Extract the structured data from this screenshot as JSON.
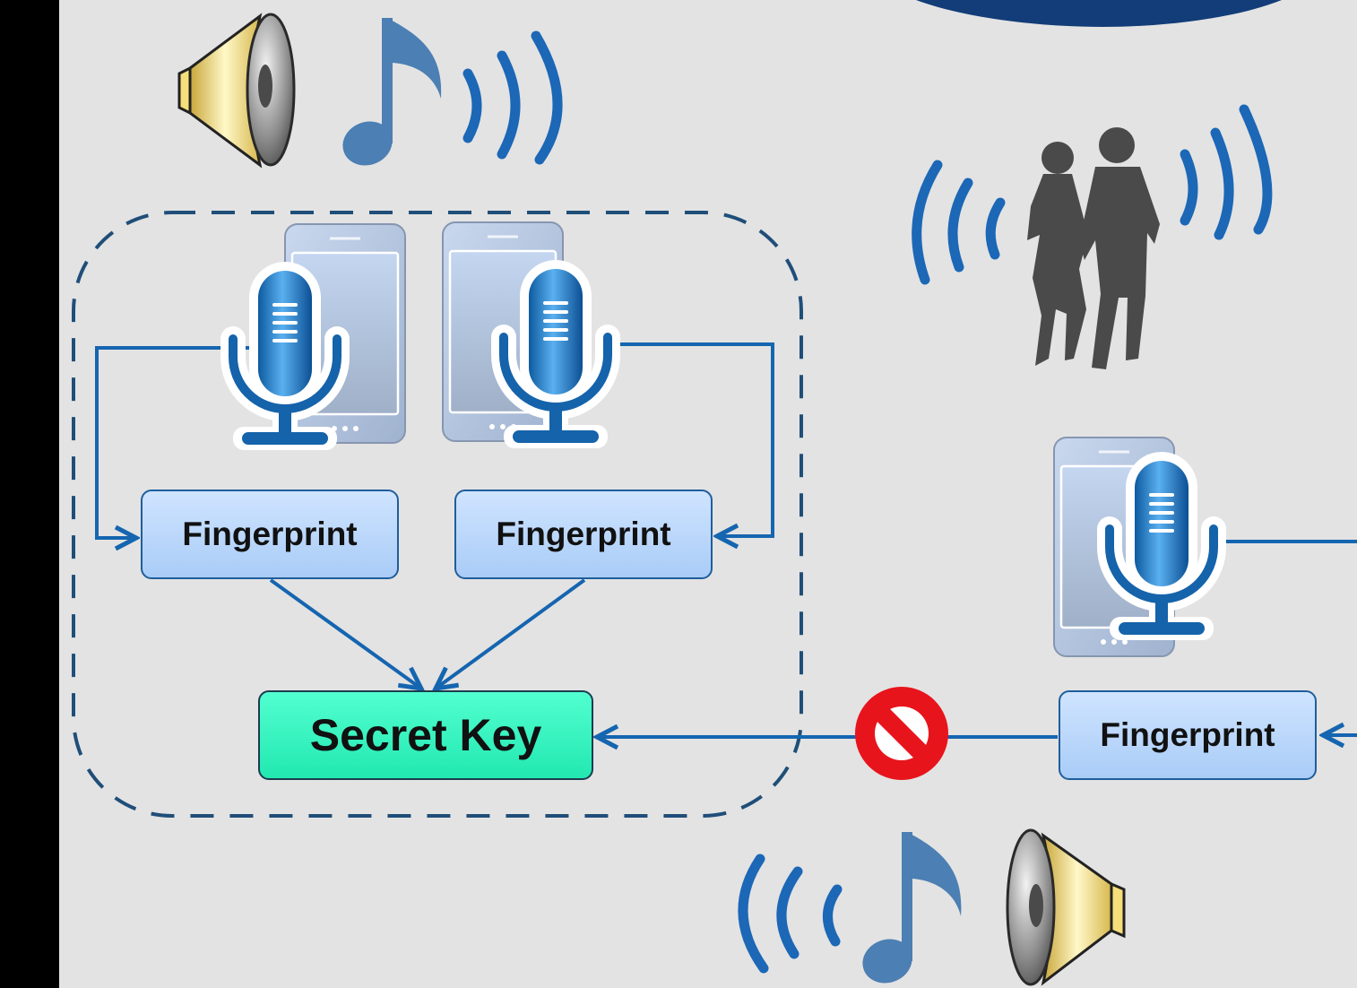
{
  "diagram": {
    "fingerprint_left": "Fingerprint",
    "fingerprint_middle": "Fingerprint",
    "fingerprint_right": "Fingerprint",
    "secret_key": "Secret Key"
  },
  "icons": [
    "speaker-icon",
    "music-note-icon",
    "sound-waves-icon",
    "people-silhouette-icon",
    "smartphone-icon",
    "microphone-icon",
    "prohibited-icon"
  ],
  "colors": {
    "arrow": "#1565b0",
    "wave": "#1c67b6",
    "fingerprint_box": "#b9d7fb",
    "secret_key_box": "#2ff2c0",
    "prohibited": "#e8141c",
    "dashed_boundary": "#1f4e79"
  }
}
